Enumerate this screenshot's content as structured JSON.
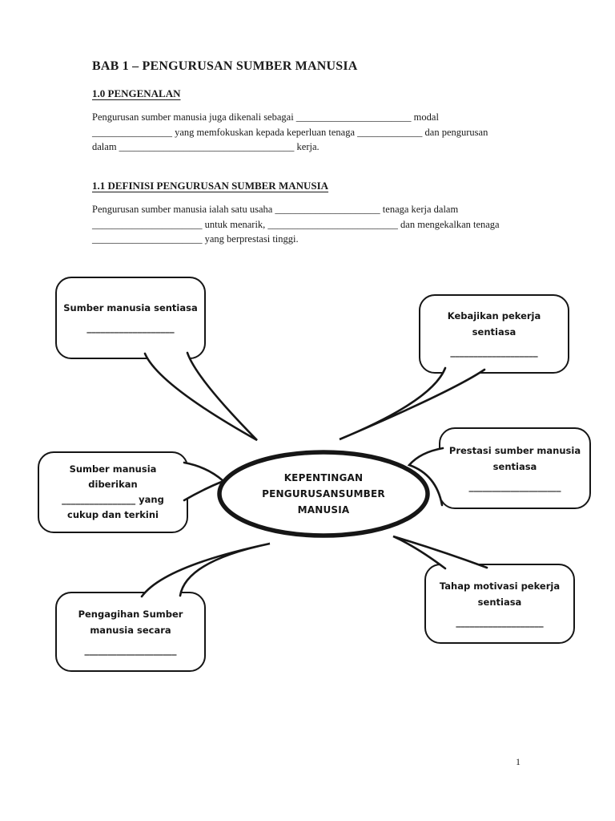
{
  "page": {
    "title": "BAB 1 – PENGURUSAN SUMBER MANUSIA",
    "page_number": "1"
  },
  "colors": {
    "ink": "#1a1a1a",
    "outline": "#161616",
    "paper": "#ffffff"
  },
  "section_intro": {
    "heading": "1.0 PENGENALAN",
    "lines": [
      "Pengurusan sumber manusia juga dikenali sebagai _______________________ modal",
      "________________ yang memfokuskan kepada keperluan tenaga _____________ dan pengurusan",
      "dalam ___________________________________ kerja."
    ]
  },
  "section_definisi": {
    "heading": "1.1 DEFINISI PENGURUSAN SUMBER MANUSIA",
    "lines": [
      "Pengurusan sumber manusia ialah satu usaha _____________________ tenaga kerja dalam",
      "______________________ untuk menarik, __________________________ dan mengekalkan tenaga",
      "______________________ yang berprestasi tinggi."
    ]
  },
  "diagram": {
    "center": {
      "lines": [
        "KEPENTINGAN",
        "PENGURUSANSUMBER",
        "MANUSIA"
      ]
    },
    "bubbles": [
      {
        "id": "sumber-sentiasa",
        "lines": [
          "Sumber manusia sentiasa",
          "___________________"
        ]
      },
      {
        "id": "kebajikan",
        "lines": [
          "Kebajikan pekerja",
          "sentiasa",
          "___________________"
        ]
      },
      {
        "id": "prestasi",
        "lines": [
          "Prestasi sumber manusia",
          "sentiasa",
          "____________________"
        ]
      },
      {
        "id": "diberikan",
        "lines": [
          "Sumber manusia",
          "diberikan",
          "________________ yang",
          "cukup dan terkini"
        ]
      },
      {
        "id": "pengagihan",
        "lines": [
          "Pengagihan Sumber",
          "manusia secara",
          "____________________"
        ]
      },
      {
        "id": "tahap",
        "lines": [
          "Tahap motivasi pekerja",
          "sentiasa",
          "___________________"
        ]
      }
    ]
  }
}
